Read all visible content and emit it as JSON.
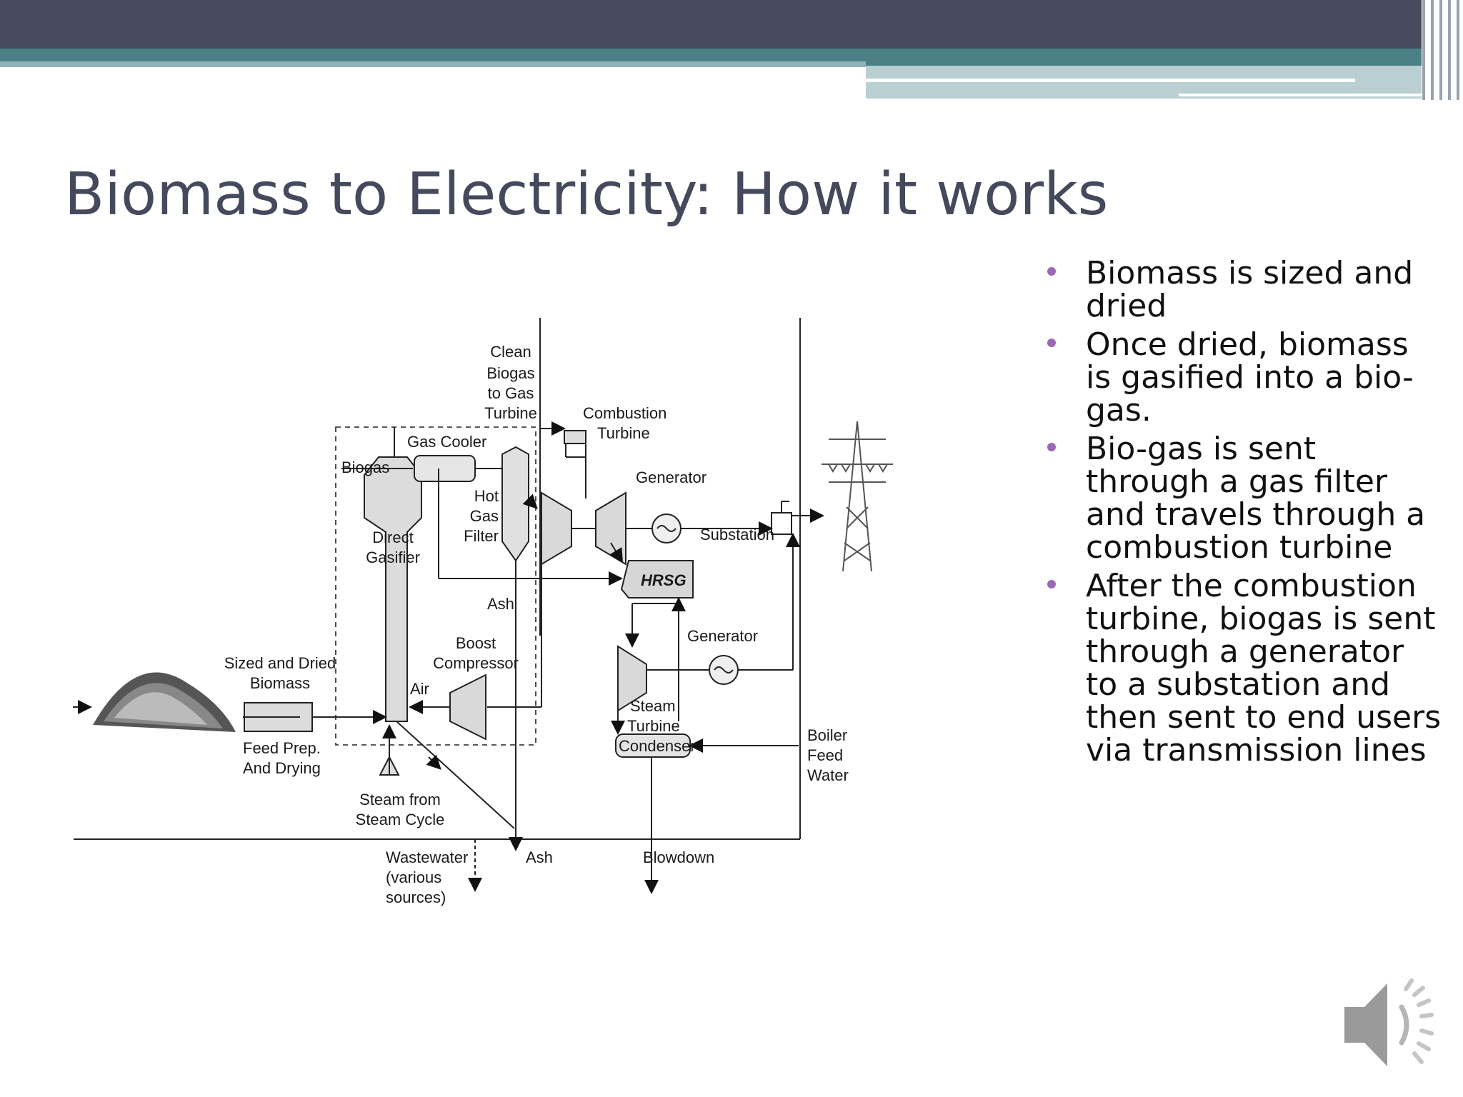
{
  "slide": {
    "title": "Biomass to Electricity:  How it works",
    "bullets": [
      "Biomass is sized and dried",
      "Once dried, biomass is gasified into a bio-gas.",
      "Bio-gas is sent through a gas filter and travels through a combustion turbine",
      "After the combustion turbine, biogas is sent through a generator to a substation and then sent to end users via transmission lines"
    ]
  },
  "diagram": {
    "labels": {
      "clean_biogas": [
        "Clean",
        "Biogas",
        "to Gas",
        "Turbine"
      ],
      "combustion_turbine": [
        "Combustion",
        "Turbine"
      ],
      "gas_cooler": [
        "Gas Cooler"
      ],
      "biogas": [
        "Biogas"
      ],
      "generator_top": [
        "Generator"
      ],
      "hot_gas_filter": [
        "Hot",
        "Gas",
        "Filter"
      ],
      "direct_gasifier": [
        "Direct",
        "Gasifier"
      ],
      "substation": [
        "Substation"
      ],
      "hrsg": [
        "HRSG"
      ],
      "ash_mid": [
        "Ash"
      ],
      "boost_compressor": [
        "Boost",
        "Compressor"
      ],
      "generator_bottom": [
        "Generator"
      ],
      "sized_dried_biomass": [
        "Sized and Dried",
        "Biomass"
      ],
      "air": [
        "Air"
      ],
      "steam_turbine": [
        "Steam",
        "Turbine"
      ],
      "condenser": [
        "Condenser"
      ],
      "boiler_feed_water": [
        "Boiler",
        "Feed",
        "Water"
      ],
      "feed_prep": [
        "Feed Prep.",
        "And Drying"
      ],
      "steam_from_cycle": [
        "Steam from",
        "Steam Cycle"
      ],
      "wastewater": [
        "Wastewater",
        "(various",
        "sources)"
      ],
      "ash_bottom": [
        "Ash"
      ],
      "blowdown": [
        "Blowdown"
      ]
    }
  },
  "icons": {
    "transmission_tower": "transmission-tower-icon",
    "biomass_pile": "biomass-pile-icon",
    "speaker": "speaker-icon"
  },
  "colors": {
    "title": "#45495c",
    "bullet": "#9b69b4",
    "top_bar": "#474a5e",
    "teal_band": "#4a8086"
  }
}
